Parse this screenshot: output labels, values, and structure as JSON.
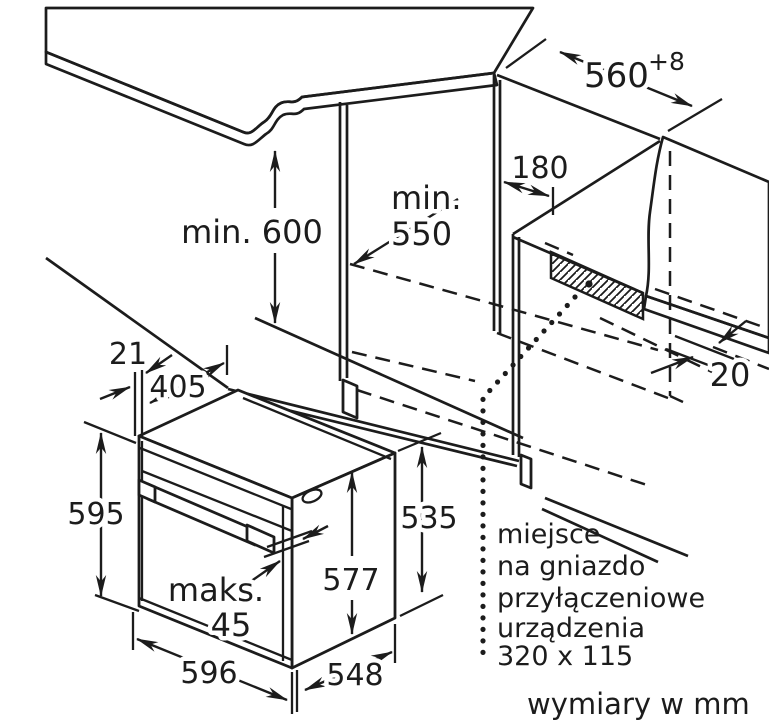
{
  "title": "built-in oven niche installation drawing",
  "units_note": "wymiary w mm",
  "socket_note": {
    "line1": "miejsce",
    "line2": "na gniazdo",
    "line3": "przyłączeniowe",
    "line4": "urządzenia",
    "line5": "320 x 115"
  },
  "dims": {
    "niche_height": "min. 600",
    "niche_depth_prefix": "min.",
    "niche_depth_value": "550",
    "niche_width": "560",
    "niche_width_tolerance": "+8",
    "socket_offset": "180",
    "rear_gap": "20",
    "frame_overhang": "21",
    "top_depth": "405",
    "front_height": "595",
    "side_height": "535",
    "body_height": "577",
    "handle_depth_prefix": "maks.",
    "handle_depth_value": "45",
    "oven_width": "596",
    "oven_depth": "548"
  },
  "colors": {
    "surface": "#d8d8d8",
    "edge_strip": "#b2b2b2",
    "line": "#1c1c1c",
    "background": "#ffffff"
  }
}
